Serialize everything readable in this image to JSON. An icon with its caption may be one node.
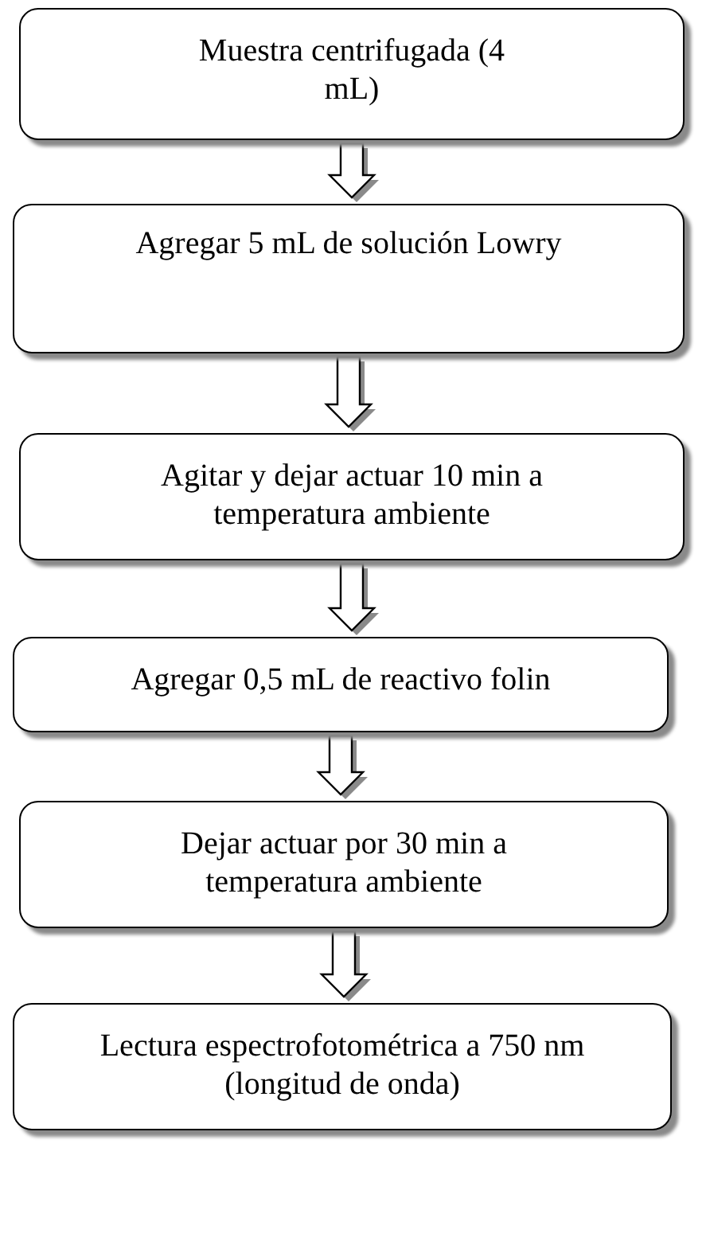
{
  "diagram": {
    "nodes": [
      {
        "text": [
          "Muestra centrifugada (4 mL)"
        ]
      },
      {
        "text": [
          "Agregar 5 mL de solución Lowry"
        ]
      },
      {
        "text": [
          "Agitar y dejar actuar 10 min a temperatura ambiente"
        ]
      },
      {
        "text": [
          "Agregar 0,5 mL de reactivo folin"
        ]
      },
      {
        "text": [
          "Dejar actuar por 30 min a temperatura ambiente"
        ]
      },
      {
        "text": [
          "Lectura espectrofotométrica a 750 nm (longitud de onda)"
        ]
      }
    ],
    "edges": [
      {
        "from": 0,
        "to": 1,
        "arrow": "to"
      },
      {
        "from": 1,
        "to": 2,
        "arrow": "to"
      },
      {
        "from": 2,
        "to": 3,
        "arrow": "to"
      },
      {
        "from": 3,
        "to": 4,
        "arrow": "to"
      },
      {
        "from": 4,
        "to": 5,
        "arrow": "to"
      }
    ]
  }
}
